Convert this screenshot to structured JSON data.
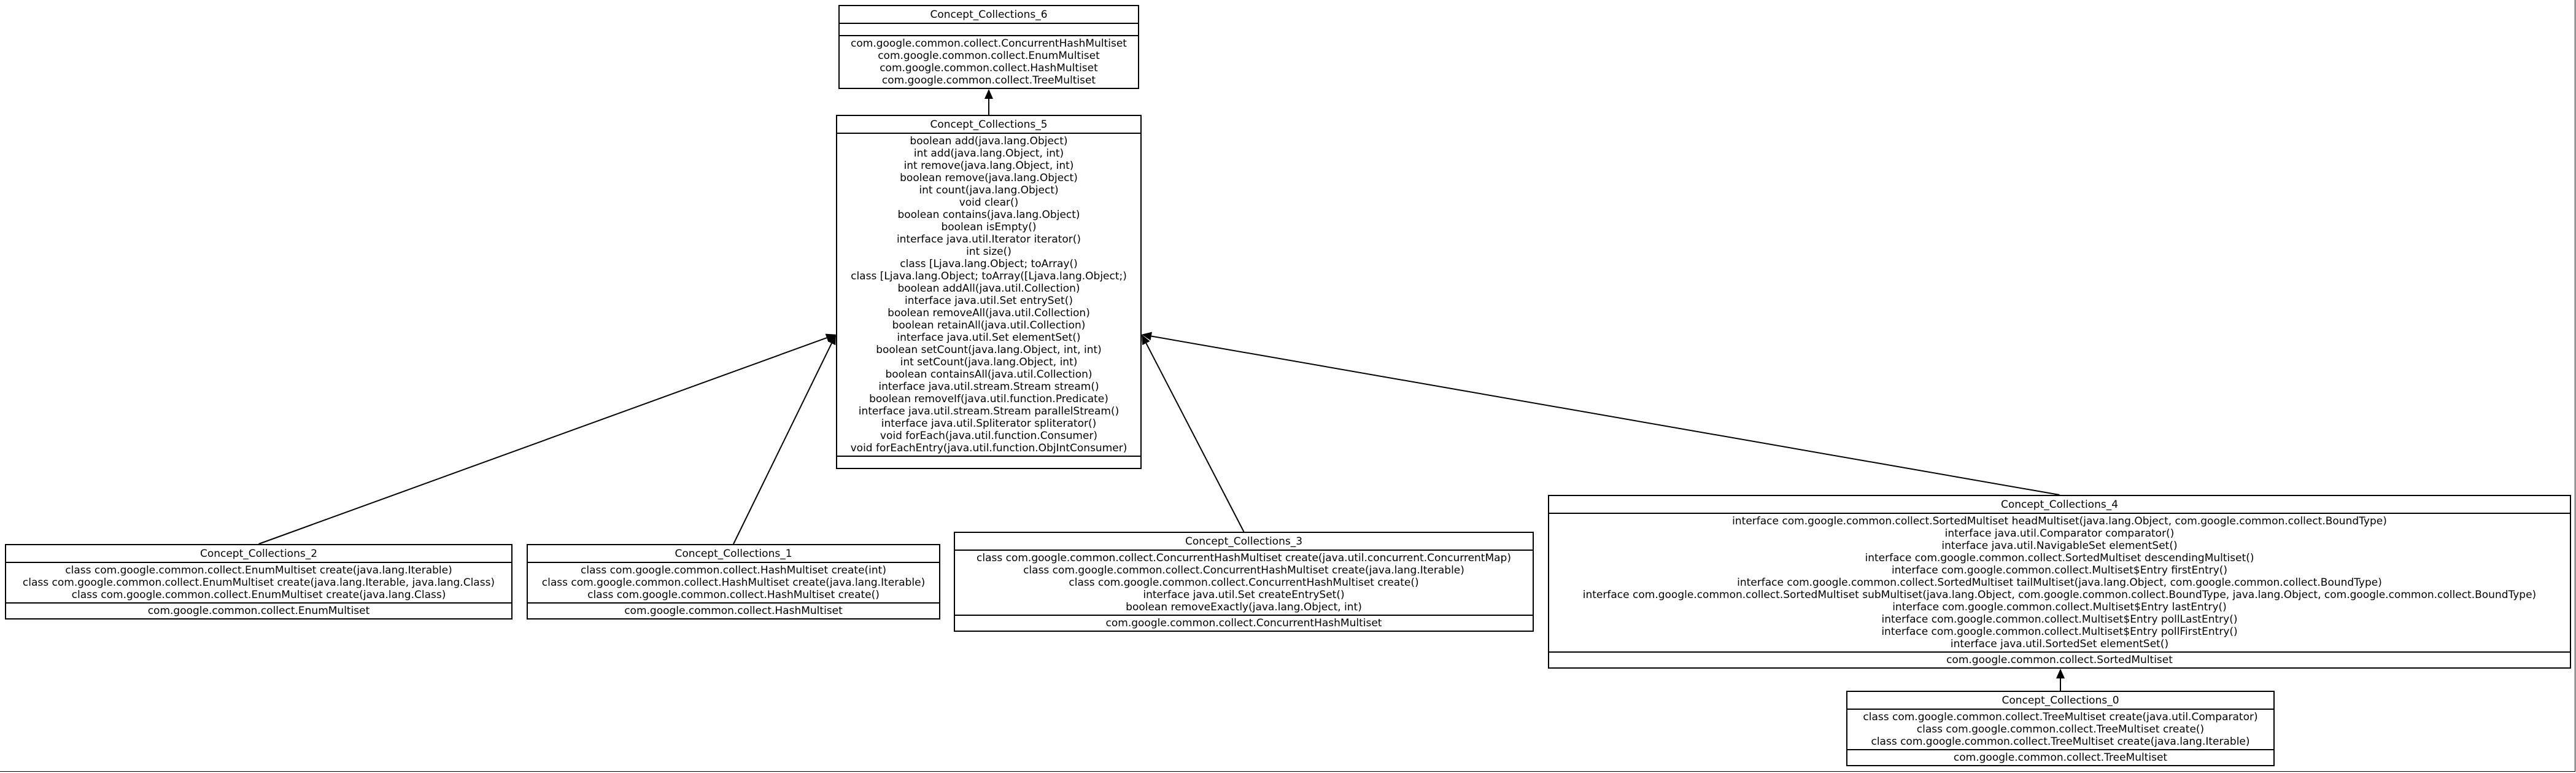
{
  "nodes": [
    {
      "id": "c6",
      "title": "Concept_Collections_6",
      "attributes": [],
      "objects": [
        "com.google.common.collect.ConcurrentHashMultiset",
        "com.google.common.collect.EnumMultiset",
        "com.google.common.collect.HashMultiset",
        "com.google.common.collect.TreeMultiset"
      ]
    },
    {
      "id": "c5",
      "title": "Concept_Collections_5",
      "attributes": [
        "boolean add(java.lang.Object)",
        "int add(java.lang.Object, int)",
        "int remove(java.lang.Object, int)",
        "boolean remove(java.lang.Object)",
        "int count(java.lang.Object)",
        "void clear()",
        "boolean contains(java.lang.Object)",
        "boolean isEmpty()",
        "interface java.util.Iterator iterator()",
        "int size()",
        "class [Ljava.lang.Object; toArray()",
        "class [Ljava.lang.Object; toArray([Ljava.lang.Object;)",
        "boolean addAll(java.util.Collection)",
        "interface java.util.Set entrySet()",
        "boolean removeAll(java.util.Collection)",
        "boolean retainAll(java.util.Collection)",
        "interface java.util.Set elementSet()",
        "boolean setCount(java.lang.Object, int, int)",
        "int setCount(java.lang.Object, int)",
        "boolean containsAll(java.util.Collection)",
        "interface java.util.stream.Stream stream()",
        "boolean removeIf(java.util.function.Predicate)",
        "interface java.util.stream.Stream parallelStream()",
        "interface java.util.Spliterator spliterator()",
        "void forEach(java.util.function.Consumer)",
        "void forEachEntry(java.util.function.ObjIntConsumer)"
      ],
      "objects": []
    },
    {
      "id": "c2",
      "title": "Concept_Collections_2",
      "attributes": [
        "class com.google.common.collect.EnumMultiset create(java.lang.Iterable)",
        "class com.google.common.collect.EnumMultiset create(java.lang.Iterable, java.lang.Class)",
        "class com.google.common.collect.EnumMultiset create(java.lang.Class)"
      ],
      "objects": [
        "com.google.common.collect.EnumMultiset"
      ]
    },
    {
      "id": "c1",
      "title": "Concept_Collections_1",
      "attributes": [
        "class com.google.common.collect.HashMultiset create(int)",
        "class com.google.common.collect.HashMultiset create(java.lang.Iterable)",
        "class com.google.common.collect.HashMultiset create()"
      ],
      "objects": [
        "com.google.common.collect.HashMultiset"
      ]
    },
    {
      "id": "c3",
      "title": "Concept_Collections_3",
      "attributes": [
        "class com.google.common.collect.ConcurrentHashMultiset create(java.util.concurrent.ConcurrentMap)",
        "class com.google.common.collect.ConcurrentHashMultiset create(java.lang.Iterable)",
        "class com.google.common.collect.ConcurrentHashMultiset create()",
        "interface java.util.Set createEntrySet()",
        "boolean removeExactly(java.lang.Object, int)"
      ],
      "objects": [
        "com.google.common.collect.ConcurrentHashMultiset"
      ]
    },
    {
      "id": "c4",
      "title": "Concept_Collections_4",
      "attributes": [
        "interface com.google.common.collect.SortedMultiset headMultiset(java.lang.Object, com.google.common.collect.BoundType)",
        "interface java.util.Comparator comparator()",
        "interface java.util.NavigableSet elementSet()",
        "interface com.google.common.collect.SortedMultiset descendingMultiset()",
        "interface com.google.common.collect.Multiset$Entry firstEntry()",
        "interface com.google.common.collect.SortedMultiset tailMultiset(java.lang.Object, com.google.common.collect.BoundType)",
        "interface com.google.common.collect.SortedMultiset subMultiset(java.lang.Object, com.google.common.collect.BoundType, java.lang.Object, com.google.common.collect.BoundType)",
        "interface com.google.common.collect.Multiset$Entry lastEntry()",
        "interface com.google.common.collect.Multiset$Entry pollLastEntry()",
        "interface com.google.common.collect.Multiset$Entry pollFirstEntry()",
        "interface java.util.SortedSet elementSet()"
      ],
      "objects": [
        "com.google.common.collect.SortedMultiset"
      ]
    },
    {
      "id": "c0",
      "title": "Concept_Collections_0",
      "attributes": [
        "class com.google.common.collect.TreeMultiset create(java.util.Comparator)",
        "class com.google.common.collect.TreeMultiset create()",
        "class com.google.common.collect.TreeMultiset create(java.lang.Iterable)"
      ],
      "objects": [
        "com.google.common.collect.TreeMultiset"
      ]
    }
  ],
  "edges": [
    {
      "from": "c5",
      "to": "c6"
    },
    {
      "from": "c2",
      "to": "c5"
    },
    {
      "from": "c1",
      "to": "c5"
    },
    {
      "from": "c3",
      "to": "c5"
    },
    {
      "from": "c4",
      "to": "c5"
    },
    {
      "from": "c0",
      "to": "c4"
    }
  ]
}
